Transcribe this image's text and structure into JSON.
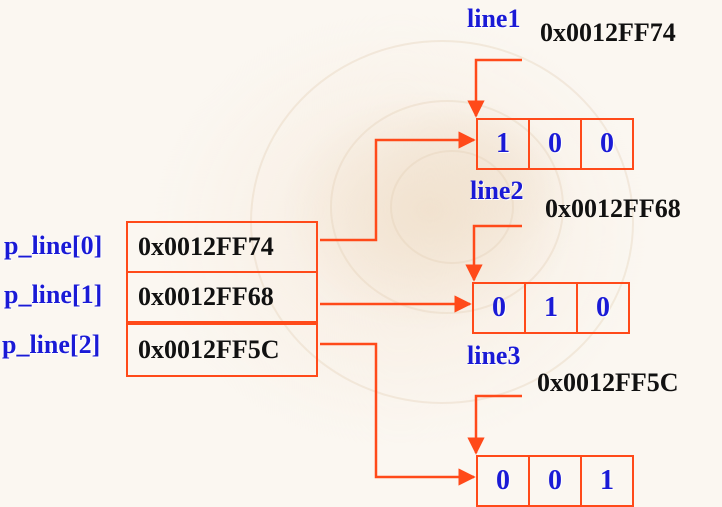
{
  "pointer_array": {
    "labels": [
      "p_line[0]",
      "p_line[1]",
      "p_line[2]"
    ],
    "values": [
      "0x0012FF74",
      "0x0012FF68",
      "0x0012FF5C"
    ]
  },
  "rows": [
    {
      "name": "line1",
      "address": "0x0012FF74",
      "cells": [
        "1",
        "0",
        "0"
      ]
    },
    {
      "name": "line2",
      "address": "0x0012FF68",
      "cells": [
        "0",
        "1",
        "0"
      ]
    },
    {
      "name": "line3",
      "address": "0x0012FF5C",
      "cells": [
        "0",
        "0",
        "1"
      ]
    }
  ],
  "colors": {
    "line": "#ff4a1a",
    "label": "#1a1ad6",
    "text": "#111111"
  }
}
